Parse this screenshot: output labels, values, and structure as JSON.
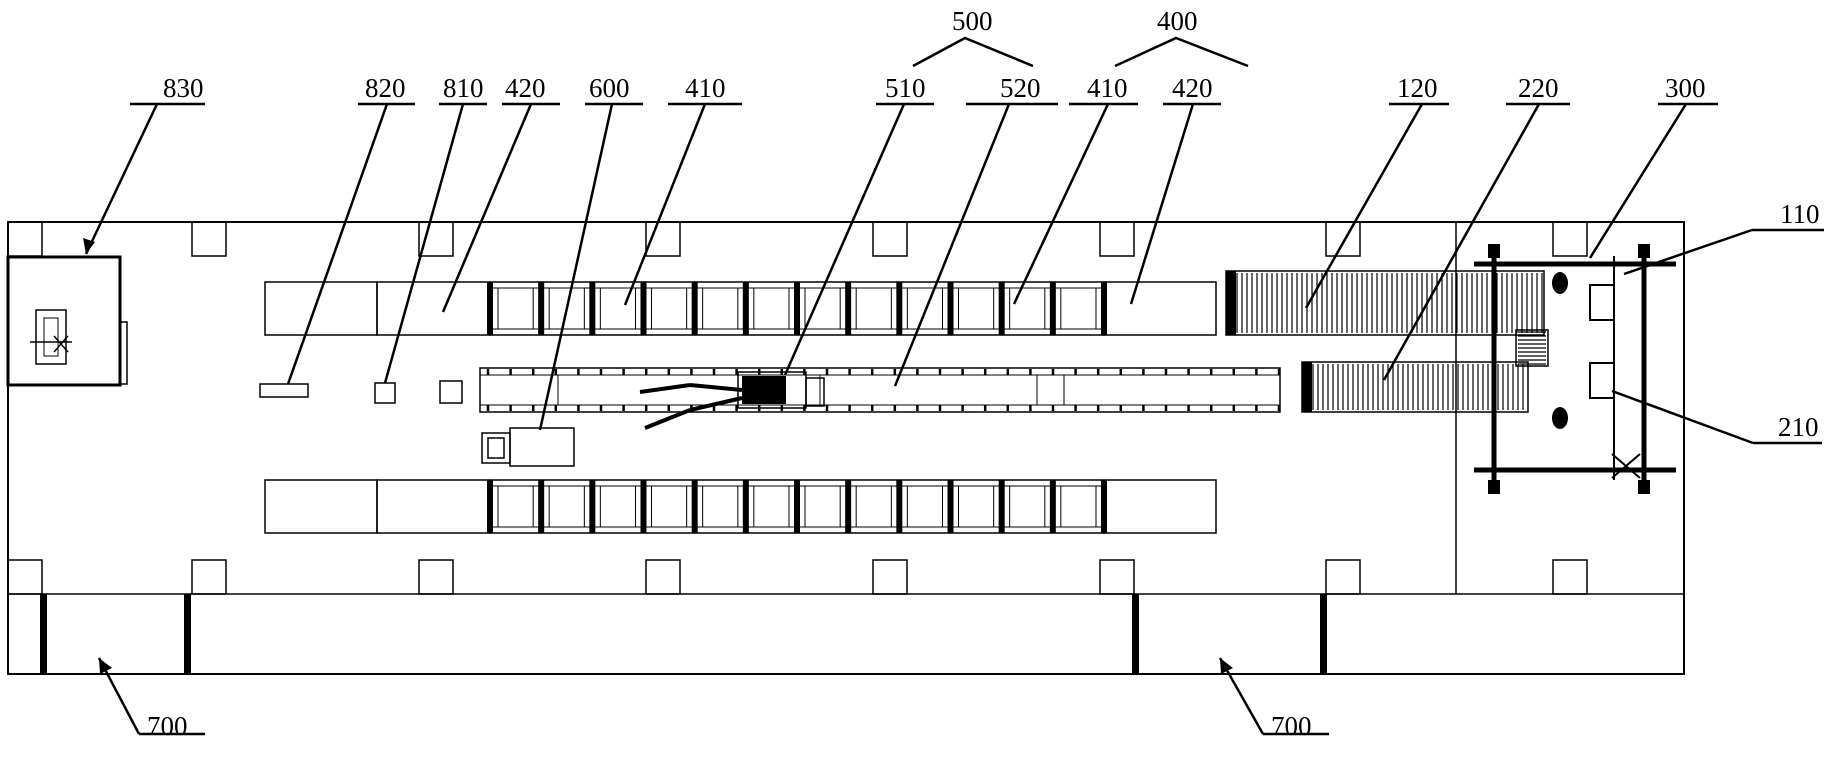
{
  "labels": {
    "l830": "830",
    "l820": "820",
    "l810": "810",
    "l420a": "420",
    "l600": "600",
    "l410a": "410",
    "l500": "500",
    "l510": "510",
    "l520": "520",
    "l400": "400",
    "l410b": "410",
    "l420b": "420",
    "l120": "120",
    "l220": "220",
    "l300": "300",
    "l110": "110",
    "l210": "210",
    "l700a": "700",
    "l700b": "700"
  }
}
